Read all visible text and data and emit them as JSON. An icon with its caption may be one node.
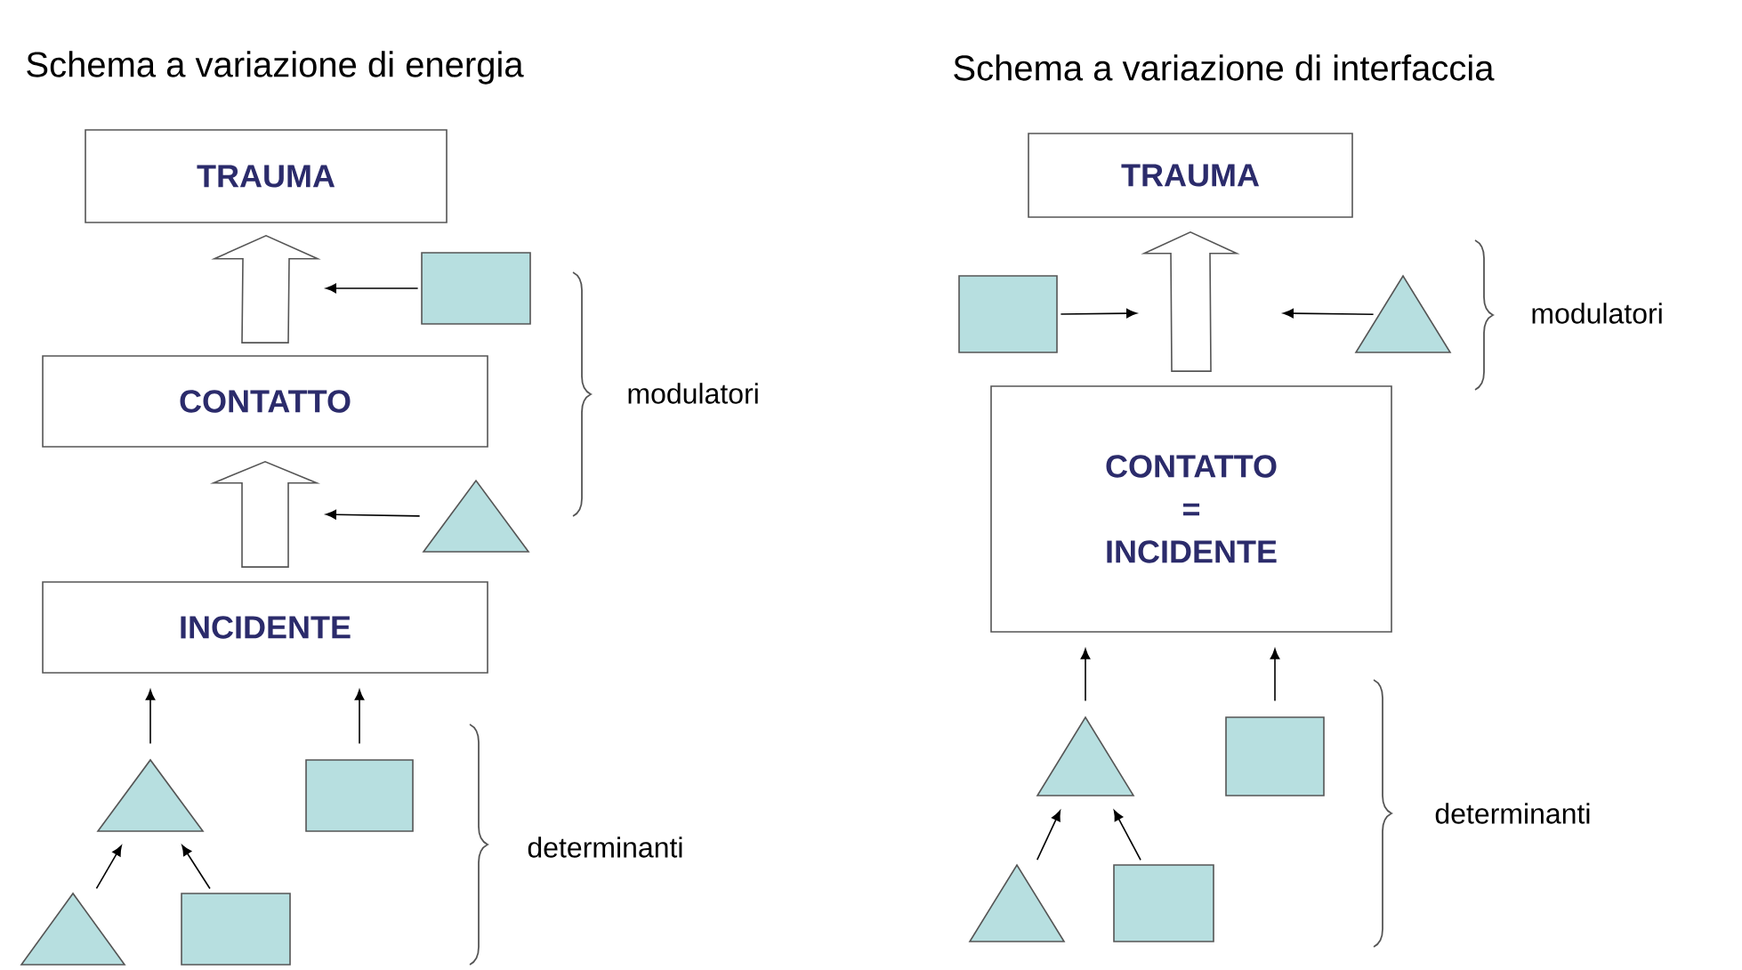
{
  "diagram": {
    "nodes": [
      {
        "text": [
          "TRAUMA"
        ]
      },
      {
        "text": [],
        "shape": "box"
      },
      {
        "text": [
          "CONTATTO"
        ]
      },
      {
        "text": [],
        "shape": "triangle"
      },
      {
        "text": [
          "INCIDENTE"
        ]
      },
      {
        "text": [],
        "shape": "triangle"
      },
      {
        "text": [],
        "shape": "box"
      },
      {
        "text": [],
        "shape": "triangle"
      },
      {
        "text": [],
        "shape": "box"
      },
      {
        "text": [
          "TRAUMA"
        ]
      },
      {
        "text": [],
        "shape": "box"
      },
      {
        "text": [],
        "shape": "triangle"
      },
      {
        "text": [
          "CONTATTO = INCIDENTE"
        ]
      },
      {
        "text": [],
        "shape": "triangle"
      },
      {
        "text": [],
        "shape": "box"
      },
      {
        "text": [],
        "shape": "triangle"
      },
      {
        "text": [],
        "shape": "box"
      }
    ],
    "edges": [
      {
        "from": 2,
        "to": 0,
        "arrow": "to",
        "style": "thick"
      },
      {
        "from": 1,
        "to": null,
        "arrow": "to"
      },
      {
        "from": 4,
        "to": 2,
        "arrow": "to",
        "style": "thick"
      },
      {
        "from": 3,
        "to": null,
        "arrow": "to"
      },
      {
        "from": 5,
        "to": 4,
        "arrow": "to"
      },
      {
        "from": 6,
        "to": 4,
        "arrow": "to"
      },
      {
        "from": 7,
        "to": 5,
        "arrow": "to"
      },
      {
        "from": 8,
        "to": 5,
        "arrow": "to"
      },
      {
        "from": 12,
        "to": 9,
        "arrow": "to",
        "style": "thick"
      },
      {
        "from": 10,
        "to": null,
        "arrow": "to"
      },
      {
        "from": 11,
        "to": null,
        "arrow": "to"
      },
      {
        "from": 13,
        "to": 12,
        "arrow": "to"
      },
      {
        "from": 14,
        "to": 12,
        "arrow": "to"
      },
      {
        "from": 15,
        "to": 13,
        "arrow": "to"
      },
      {
        "from": 16,
        "to": 13,
        "arrow": "to"
      }
    ],
    "labels": [
      "Schema a variazione di energia",
      "Schema a variazione di interfaccia",
      "modulatori",
      "determinanti",
      "modulatori",
      "determinanti"
    ]
  }
}
